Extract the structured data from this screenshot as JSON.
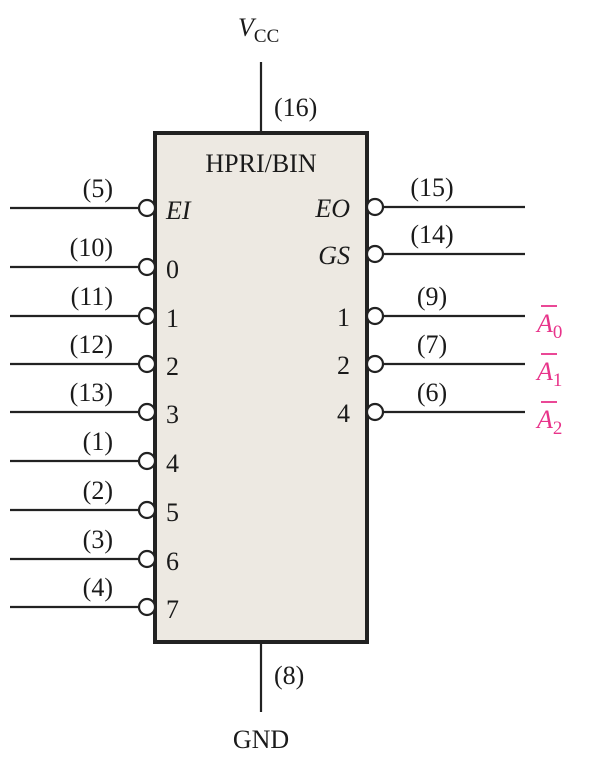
{
  "chip": {
    "name": "HPRI/BIN",
    "fill_color": "#ede9e2",
    "accent_color": "#e8338a"
  },
  "power": {
    "vcc_main": "V",
    "vcc_sub": "CC",
    "vcc_pin": "(16)",
    "gnd_label": "GND",
    "gnd_pin": "(8)"
  },
  "inputs": [
    {
      "pin": "(5)",
      "label": "EI",
      "italic": true
    },
    {
      "pin": "(10)",
      "label": "0",
      "italic": false
    },
    {
      "pin": "(11)",
      "label": "1",
      "italic": false
    },
    {
      "pin": "(12)",
      "label": "2",
      "italic": false
    },
    {
      "pin": "(13)",
      "label": "3",
      "italic": false
    },
    {
      "pin": "(1)",
      "label": "4",
      "italic": false
    },
    {
      "pin": "(2)",
      "label": "5",
      "italic": false
    },
    {
      "pin": "(3)",
      "label": "6",
      "italic": false
    },
    {
      "pin": "(4)",
      "label": "7",
      "italic": false
    }
  ],
  "outputs": [
    {
      "pin": "(15)",
      "label": "EO",
      "italic": true,
      "signal_main": "",
      "signal_sub": ""
    },
    {
      "pin": "(14)",
      "label": "GS",
      "italic": true,
      "signal_main": "",
      "signal_sub": ""
    },
    {
      "pin": "(9)",
      "label": "1",
      "italic": false,
      "signal_main": "A",
      "signal_sub": "0"
    },
    {
      "pin": "(7)",
      "label": "2",
      "italic": false,
      "signal_main": "A",
      "signal_sub": "1"
    },
    {
      "pin": "(6)",
      "label": "4",
      "italic": false,
      "signal_main": "A",
      "signal_sub": "2"
    }
  ]
}
